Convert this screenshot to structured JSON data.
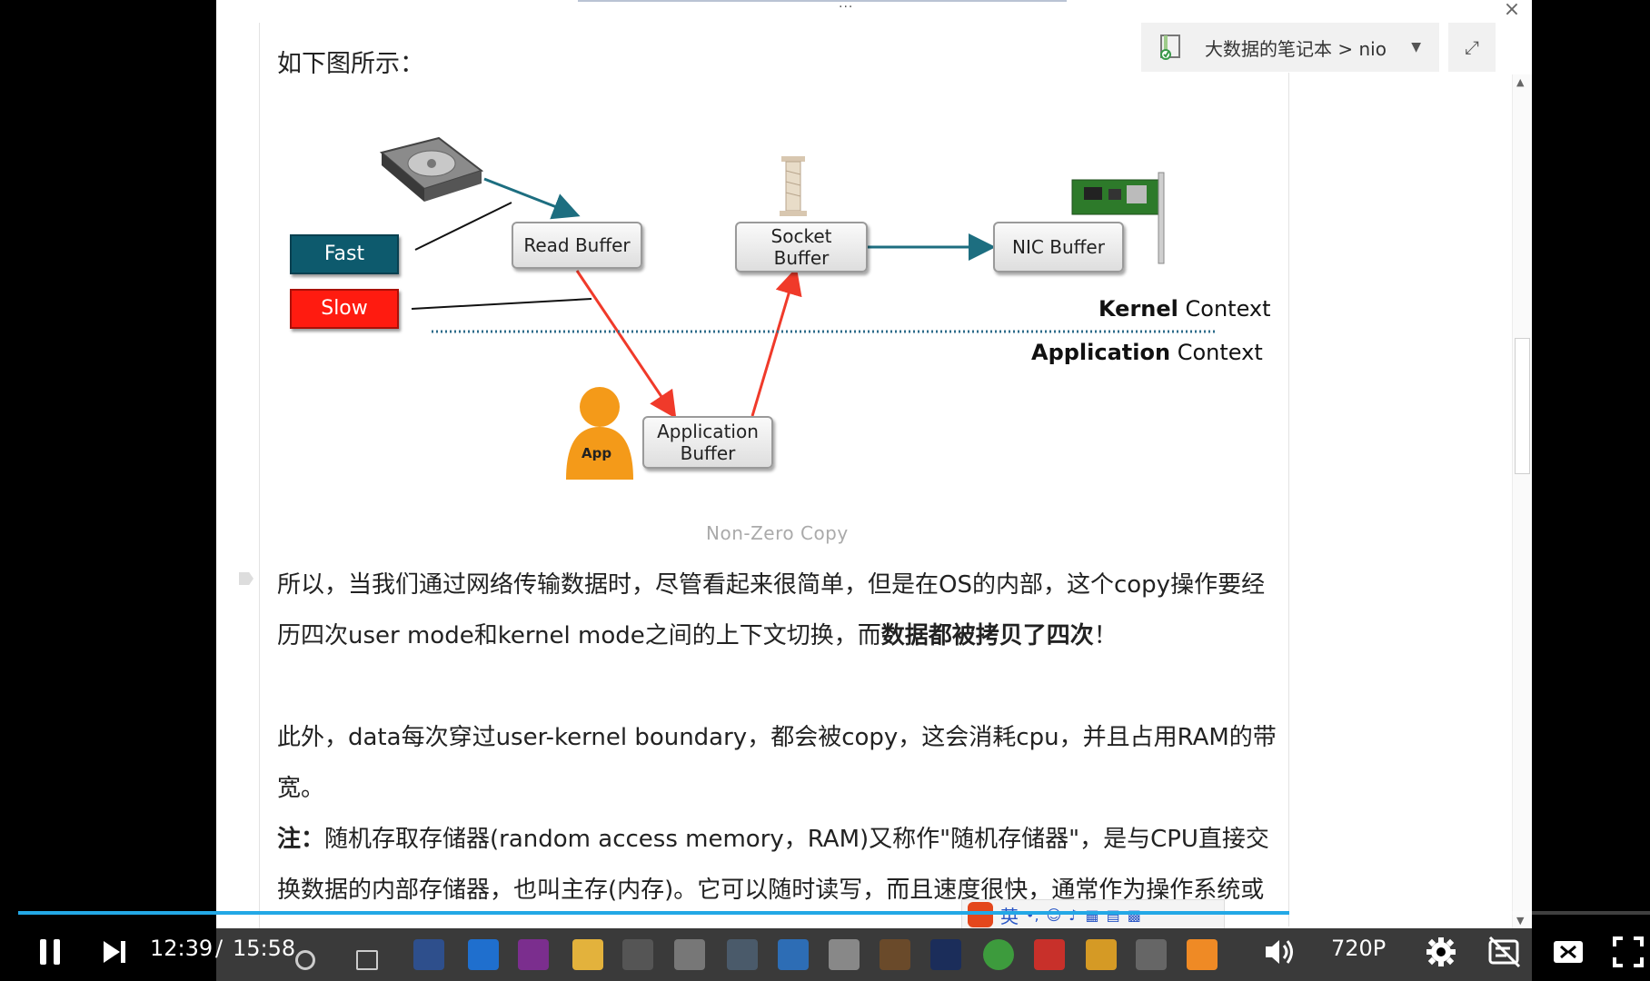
{
  "window": {
    "close_glyph": "×",
    "more_glyph": "···",
    "notebook_path": "大数据的笔记本 > nio",
    "expand_glyph": "⤢"
  },
  "content": {
    "heading": "如下图所示：",
    "diagram": {
      "fast_label": "Fast",
      "slow_label": "Slow",
      "read_buffer": "Read Buffer",
      "socket_buffer_line1": "Socket",
      "socket_buffer_line2": "Buffer",
      "nic_buffer": "NIC Buffer",
      "app_buffer_line1": "Application",
      "app_buffer_line2": "Buffer",
      "app_label": "App",
      "kernel_bold": "Kernel",
      "kernel_rest": " Context",
      "application_bold": "Application",
      "application_rest": " Context",
      "caption": "Non-Zero Copy"
    },
    "para1_line1": "所以，当我们通过网络传输数据时，尽管看起来很简单，但是在OS的内部，这个copy操作要经",
    "para1_line2_a": "历四次user mode和kernel mode之间的上下文切换，而",
    "para1_line2_bold": "数据都被拷贝了四次",
    "para1_line2_b": "！",
    "para2_line1": "此外，data每次穿过user-kernel boundary，都会被copy，这会消耗cpu，并且占用RAM的带",
    "para2_line2": "宽。",
    "note_label": "注：",
    "note_line1": "随机存取存储器(random access memory，RAM)又称作\"随机存储器\"，是与CPU直接交",
    "note_line2": "换数据的内部存储器，也叫主存(内存)。它可以随时读写，而且速度很快，通常作为操作系统或"
  },
  "player": {
    "current_time": "12:39",
    "separator": "/",
    "duration": "15:58",
    "quality": "720P",
    "progress_played_fraction": 0.779,
    "progress_loaded_fraction": 0.752,
    "accent": "#23a8e6"
  },
  "ime": {
    "lang": "英"
  }
}
